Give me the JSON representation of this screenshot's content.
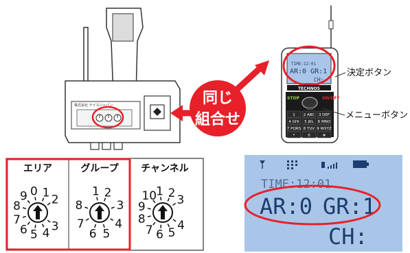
{
  "receiver": {
    "company_label": "株式会社 テイスジャパン"
  },
  "center_badge": {
    "line1": "同じ",
    "line2": "組合せ"
  },
  "phone": {
    "lcd": {
      "time": "TIME:12:01",
      "ar": "AR:0 GR:1",
      "ch": "CH:"
    },
    "brand": "TECHNOS",
    "stop": "STOP",
    "onoff": "ON/OFF",
    "keys": [
      "1",
      "2 ABC",
      "3 DEF",
      "4 GHI",
      "5 JKL",
      "6 MNO",
      "7 PQRS",
      "8 TUV",
      "9 WXYZ",
      "*",
      "0",
      "#"
    ]
  },
  "callouts": {
    "decide": "決定ボタン",
    "menu": "メニューボタン"
  },
  "dials": [
    {
      "title": "エリア",
      "numbers": [
        "9",
        "0",
        "1",
        "8",
        "2",
        "7",
        "3",
        "6",
        "5",
        "4"
      ]
    },
    {
      "title": "グループ",
      "numbers": [
        "1",
        "2",
        "3",
        "4",
        "5",
        "6",
        "7",
        "8"
      ]
    },
    {
      "title": "チャンネル",
      "numbers": [
        "10",
        "1",
        "2",
        "9",
        "3",
        "8",
        "4",
        "7",
        "6",
        "5"
      ]
    }
  ],
  "lcd_zoom": {
    "time": "TIME:12:01",
    "ar": "AR:0",
    "gr": "GR:1",
    "ch": "CH:"
  },
  "colors": {
    "accent": "#e8202a",
    "lcd": "#a9c6e8",
    "lcd_text": "#1d3d6e"
  }
}
